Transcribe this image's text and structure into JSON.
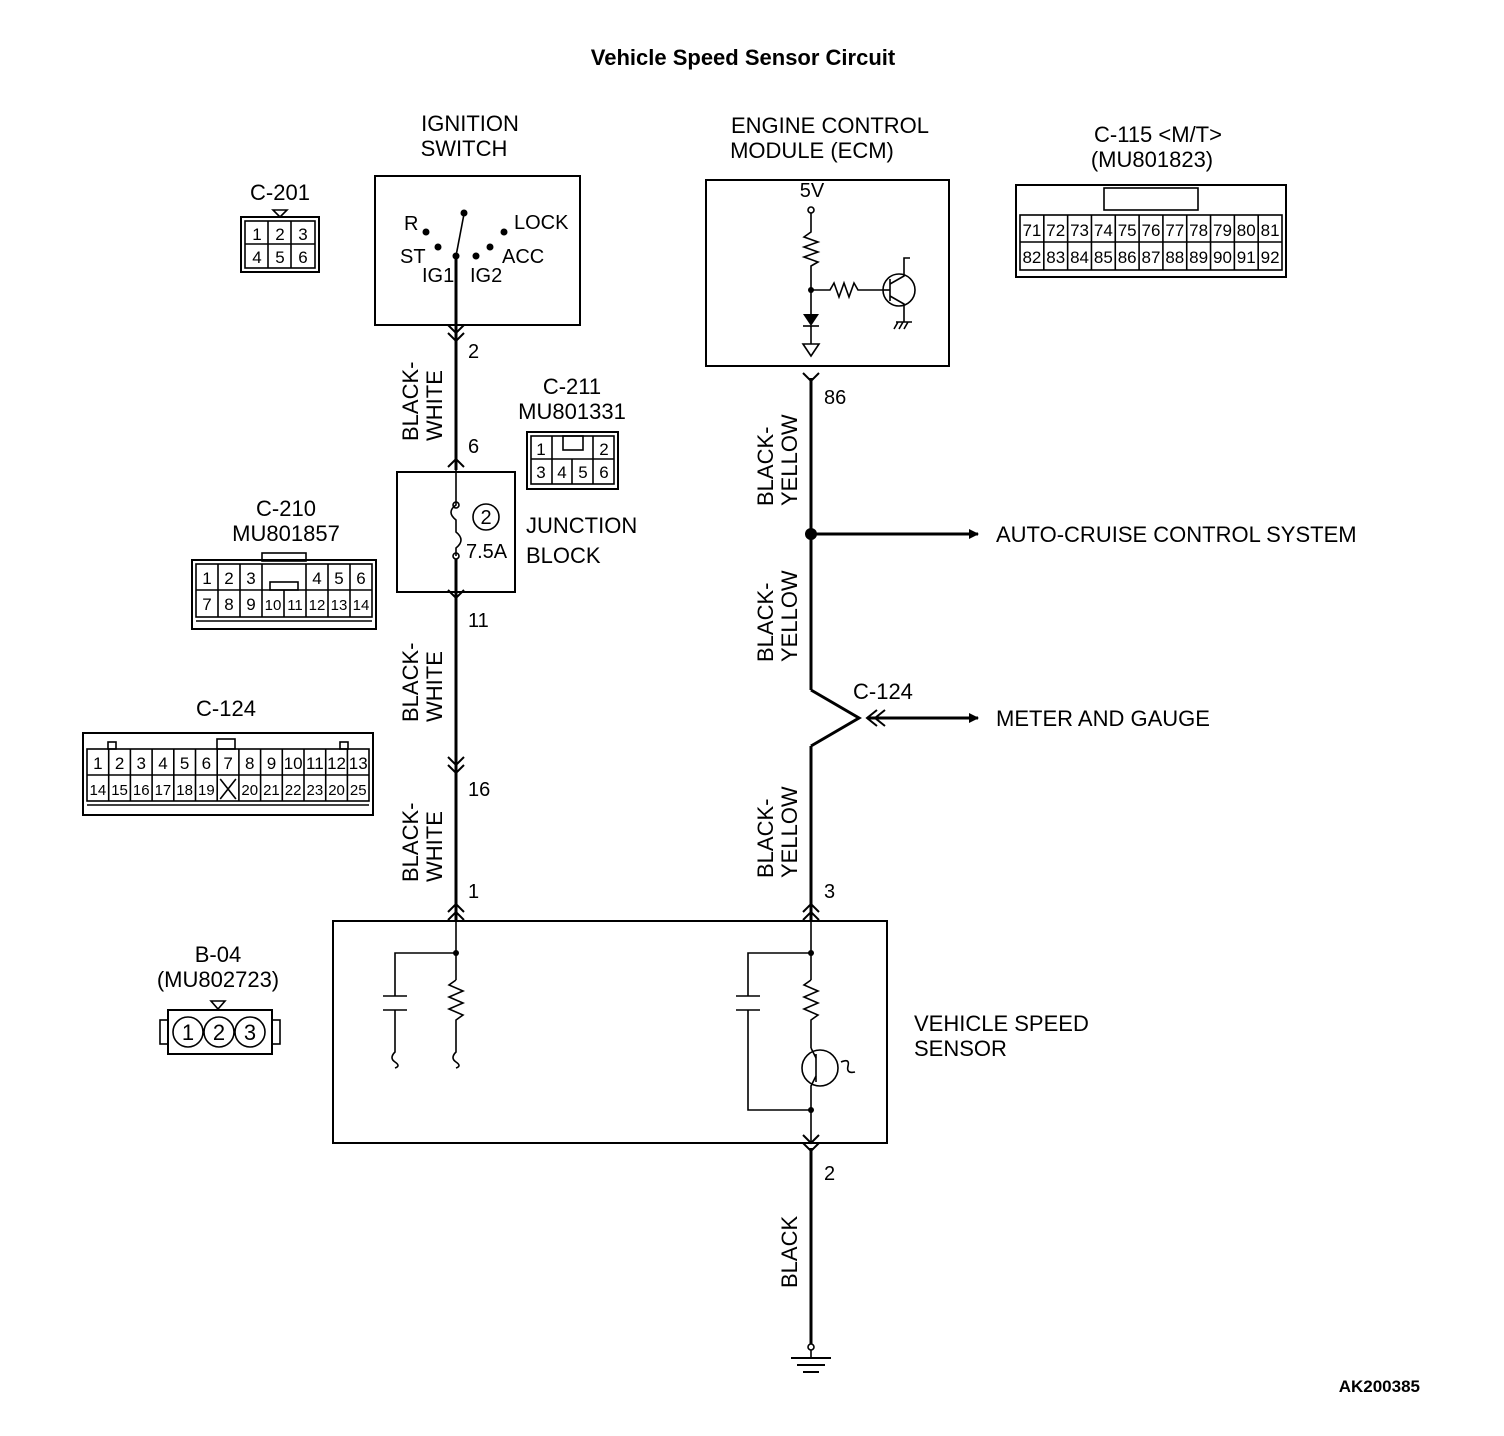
{
  "title": "Vehicle Speed Sensor Circuit",
  "figure_code": "AK200385",
  "components": {
    "ignition_switch": {
      "label_line1": "IGNITION",
      "label_line2": "SWITCH",
      "positions": {
        "r": "R",
        "lock": "LOCK",
        "st": "ST",
        "acc": "ACC",
        "ig1": "IG1",
        "ig2": "IG2"
      }
    },
    "ecm": {
      "label_line1": "ENGINE CONTROL",
      "label_line2": "MODULE (ECM)",
      "supply": "5V"
    },
    "junction_block": {
      "label_line1": "JUNCTION",
      "label_line2": "BLOCK",
      "fuse_number": "2",
      "fuse_rating": "7.5A"
    },
    "vehicle_speed_sensor": {
      "label_line1": "VEHICLE SPEED",
      "label_line2": "SENSOR"
    }
  },
  "destinations": {
    "auto_cruise": "AUTO-CRUISE CONTROL SYSTEM",
    "meter_gauge": "METER AND GAUGE",
    "junction_connector": "C-124"
  },
  "pins": {
    "ig_sw": "2",
    "jb_in": "6",
    "jb_out": "11",
    "c124": "16",
    "vss_pwr": "1",
    "ecm": "86",
    "vss_sig": "3",
    "vss_gnd": "2"
  },
  "wires": {
    "bw_1": "BLACK-",
    "bw_2": "WHITE",
    "by_1": "BLACK-",
    "by_2": "YELLOW",
    "gnd": "BLACK"
  },
  "connectors": {
    "c201": {
      "name": "C-201",
      "row1": [
        "1",
        "2",
        "3"
      ],
      "row2": [
        "4",
        "5",
        "6"
      ]
    },
    "c211": {
      "name": "C-211",
      "part": "MU801331",
      "row1": [
        "1",
        "2"
      ],
      "row2": [
        "3",
        "4",
        "5",
        "6"
      ]
    },
    "c210": {
      "name": "C-210",
      "part": "MU801857",
      "row1": [
        "1",
        "2",
        "3",
        "4",
        "5",
        "6"
      ],
      "row2": [
        "7",
        "8",
        "9",
        "10",
        "11",
        "12",
        "13",
        "14"
      ]
    },
    "c124": {
      "name": "C-124",
      "row1": [
        "1",
        "2",
        "3",
        "4",
        "5",
        "6",
        "7",
        "8",
        "9",
        "10",
        "11",
        "12",
        "13"
      ],
      "row2": [
        "14",
        "15",
        "16",
        "17",
        "18",
        "19",
        "20",
        "21",
        "22",
        "23",
        "20",
        "25"
      ]
    },
    "c115": {
      "name": "C-115 <M/T>",
      "part": "(MU801823)",
      "row1": [
        "71",
        "72",
        "73",
        "74",
        "75",
        "76",
        "77",
        "78",
        "79",
        "80",
        "81"
      ],
      "row2": [
        "82",
        "83",
        "84",
        "85",
        "86",
        "87",
        "88",
        "89",
        "90",
        "91",
        "92"
      ]
    },
    "b04": {
      "name": "B-04",
      "part": "(MU802723)",
      "pins": [
        "1",
        "2",
        "3"
      ]
    }
  }
}
